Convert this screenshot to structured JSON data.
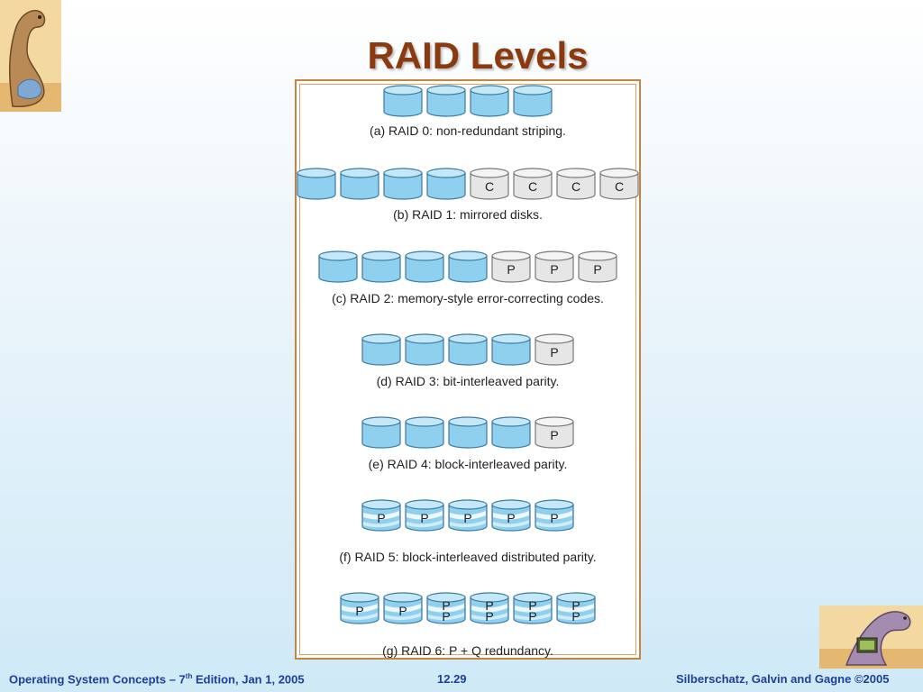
{
  "title": "RAID Levels",
  "rows": [
    {
      "caption": "(a) RAID 0: non-redundant striping.",
      "disks": [
        "",
        "",
        "",
        ""
      ],
      "types": [
        "blue",
        "blue",
        "blue",
        "blue"
      ]
    },
    {
      "caption": "(b) RAID 1: mirrored disks.",
      "disks": [
        "",
        "",
        "",
        "",
        "C",
        "C",
        "C",
        "C"
      ],
      "types": [
        "blue",
        "blue",
        "blue",
        "blue",
        "gray",
        "gray",
        "gray",
        "gray"
      ]
    },
    {
      "caption": "(c) RAID 2: memory-style error-correcting codes.",
      "disks": [
        "",
        "",
        "",
        "",
        "P",
        "P",
        "P"
      ],
      "types": [
        "blue",
        "blue",
        "blue",
        "blue",
        "gray",
        "gray",
        "gray"
      ]
    },
    {
      "caption": "(d) RAID 3: bit-interleaved parity.",
      "disks": [
        "",
        "",
        "",
        "",
        "P"
      ],
      "types": [
        "blue",
        "blue",
        "blue",
        "blue",
        "gray"
      ]
    },
    {
      "caption": "(e) RAID 4: block-interleaved parity.",
      "disks": [
        "",
        "",
        "",
        "",
        "P"
      ],
      "types": [
        "blue",
        "blue",
        "blue",
        "blue",
        "gray"
      ]
    },
    {
      "caption": "(f) RAID 5: block-interleaved distributed parity.",
      "disks": [
        "P",
        "P",
        "P",
        "P",
        "P"
      ],
      "types": [
        "striped",
        "striped",
        "striped",
        "striped",
        "striped"
      ]
    },
    {
      "caption": "(g) RAID 6: P + Q redundancy.",
      "disks": [
        "P",
        "P",
        "P\nP",
        "P\nP",
        "P\nP",
        "P\nP"
      ],
      "types": [
        "striped",
        "striped",
        "striped",
        "striped",
        "striped",
        "striped"
      ]
    }
  ],
  "footer": {
    "left_prefix": "Operating System Concepts – 7",
    "left_sup": "th",
    "left_suffix": " Edition, Jan 1, 2005",
    "center": "12.29",
    "right": "Silberschatz, Galvin and Gagne ©2005"
  },
  "colors": {
    "title": "#8b3a0f",
    "disk_blue": "#8fd0ef",
    "disk_gray": "#e6e6e6",
    "frame": "#c8843c",
    "footer": "#1f3f99"
  }
}
